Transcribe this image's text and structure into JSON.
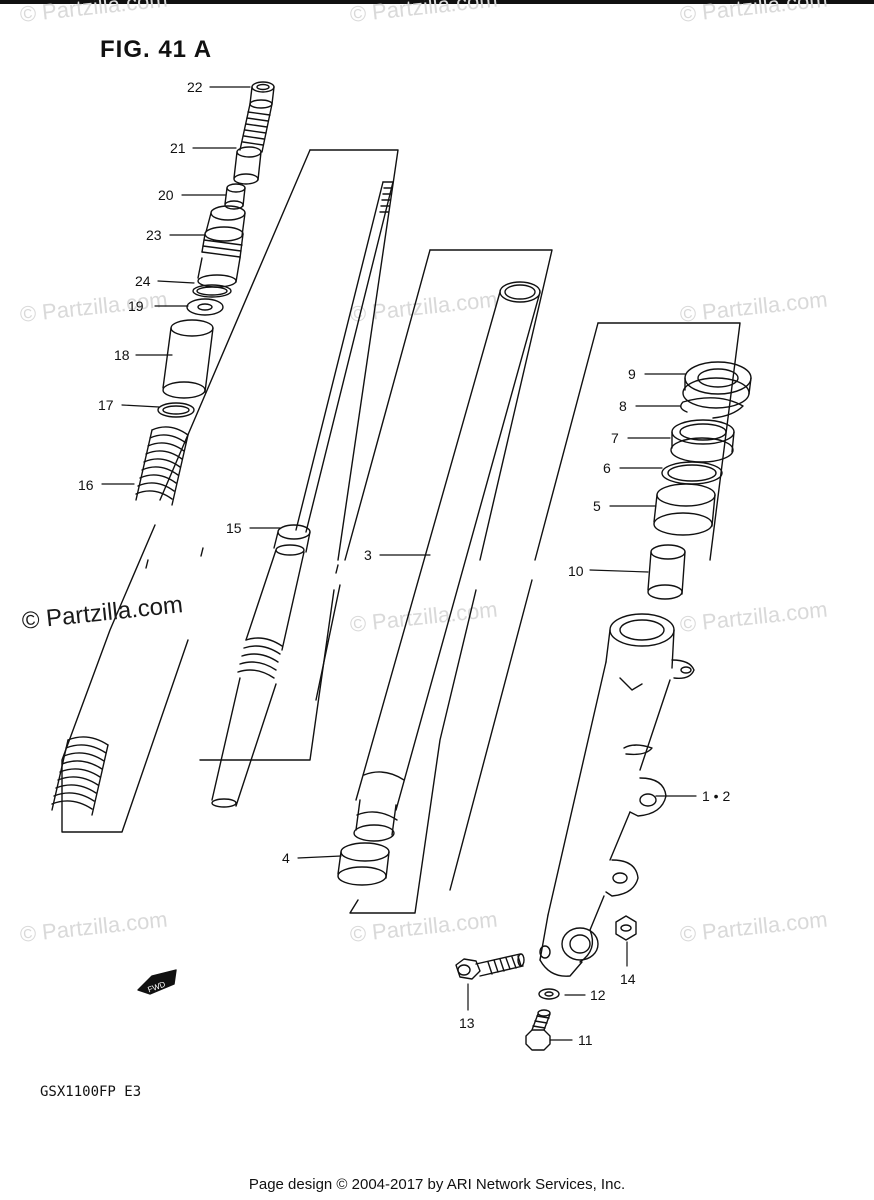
{
  "figure": {
    "title": "FIG. 41 A",
    "model_code": "GSX1100FP E3",
    "footer": "Page design © 2004-2017 by ARI Network Services, Inc.",
    "watermark_text": "© Partzilla.com",
    "fwd_label": "FWD"
  },
  "callouts": [
    "22",
    "21",
    "20",
    "23",
    "24",
    "19",
    "18",
    "17",
    "16",
    "15",
    "3",
    "4",
    "9",
    "8",
    "7",
    "6",
    "5",
    "10",
    "1 • 2",
    "14",
    "12",
    "13",
    "11"
  ],
  "colors": {
    "ink": "#111111",
    "watermark": "#d9d9d9",
    "background": "#ffffff"
  }
}
